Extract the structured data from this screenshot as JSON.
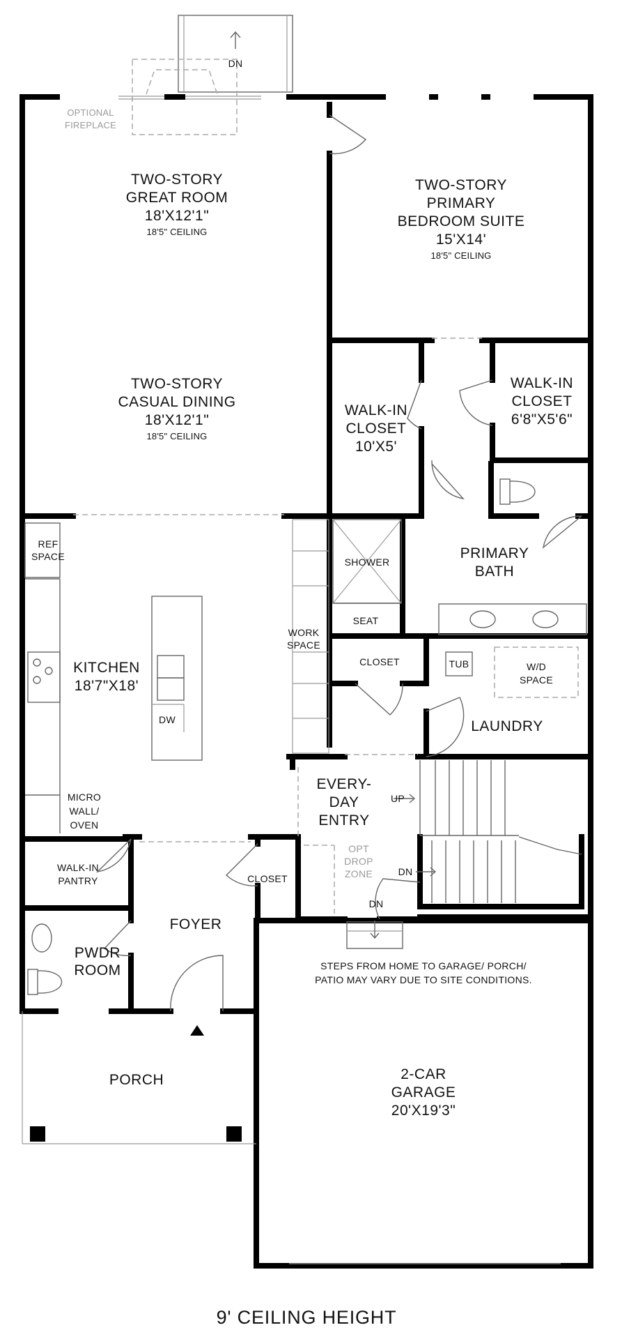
{
  "rooms": {
    "great_room": {
      "name1": "TWO-STORY",
      "name2": "GREAT ROOM",
      "size": "18'X12'1\"",
      "ceiling": "18'5\" CEILING"
    },
    "dining": {
      "name1": "TWO-STORY",
      "name2": "CASUAL DINING",
      "size": "18'X12'1\"",
      "ceiling": "18'5\" CEILING"
    },
    "primary_suite": {
      "name1": "TWO-STORY",
      "name2": "PRIMARY",
      "name3": "BEDROOM SUITE",
      "size": "15'X14'",
      "ceiling": "18'5\" CEILING"
    },
    "walkin_closet_1": {
      "name1": "WALK-IN",
      "name2": "CLOSET",
      "size": "10'X5'"
    },
    "walkin_closet_2": {
      "name1": "WALK-IN",
      "name2": "CLOSET",
      "size": "6'8\"X5'6\""
    },
    "primary_bath": {
      "name1": "PRIMARY",
      "name2": "BATH"
    },
    "shower": "SHOWER",
    "seat": "SEAT",
    "kitchen": {
      "name": "KITCHEN",
      "size": "18'7\"X18'"
    },
    "ref_space": {
      "line1": "REF",
      "line2": "SPACE"
    },
    "dw": "DW",
    "work_space": {
      "line1": "WORK",
      "line2": "SPACE"
    },
    "micro": {
      "line1": "MICRO",
      "line2": "WALL/",
      "line3": "OVEN"
    },
    "closet_laundry": "CLOSET",
    "tub": "TUB",
    "wd_space": {
      "line1": "W/D",
      "line2": "SPACE"
    },
    "laundry": "LAUNDRY",
    "everyday_entry": {
      "line1": "EVERY-",
      "line2": "DAY",
      "line3": "ENTRY"
    },
    "opt_drop_zone": {
      "line1": "OPT",
      "line2": "DROP",
      "line3": "ZONE"
    },
    "walkin_pantry": {
      "line1": "WALK-IN",
      "line2": "PANTRY"
    },
    "closet_foyer": "CLOSET",
    "foyer": "FOYER",
    "pwdr_room": {
      "line1": "PWDR",
      "line2": "ROOM"
    },
    "porch": "PORCH",
    "garage": {
      "line1": "2-CAR",
      "line2": "GARAGE",
      "size": "20'X19'3\""
    }
  },
  "labels": {
    "optional_fireplace_1": "OPTIONAL",
    "optional_fireplace_2": "FIREPLACE",
    "dn_top": "DN",
    "up": "UP",
    "dn_stair": "DN",
    "dn_entry": "DN",
    "steps_note_1": "STEPS FROM HOME TO GARAGE/ PORCH/",
    "steps_note_2": "PATIO MAY VARY DUE TO SITE CONDITIONS.",
    "footer": "9' CEILING HEIGHT"
  }
}
